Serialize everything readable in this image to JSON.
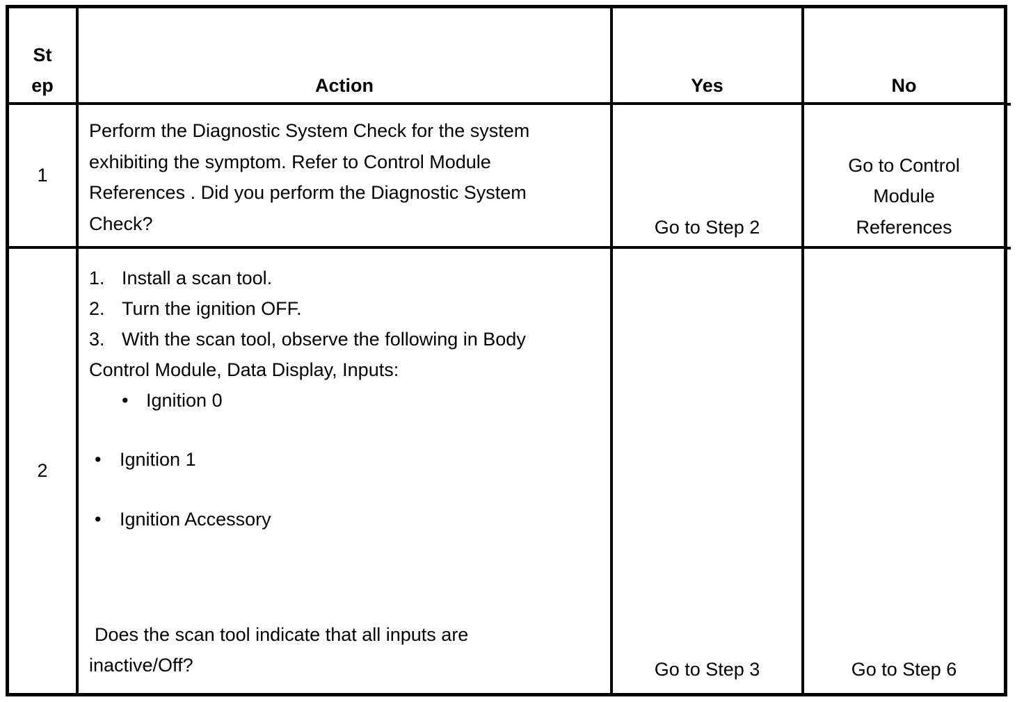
{
  "colors": {
    "line": "#000000",
    "background": "#ffffff",
    "text": "#000000"
  },
  "table": {
    "bullet_char": "•",
    "header": {
      "step_lines": [
        "St",
        "ep"
      ],
      "action": "Action",
      "yes": "Yes",
      "no": "No"
    },
    "rows": [
      {
        "step": "1",
        "action_lines": [
          "Perform the Diagnostic System Check for the system",
          "exhibiting the symptom. Refer to Control Module",
          "References . Did you perform the Diagnostic System",
          "Check?"
        ],
        "yes": "Go to Step 2",
        "no_lines": [
          "Go to Control",
          "Module",
          "References"
        ]
      },
      {
        "step": "2",
        "numbered_items": [
          {
            "num": "1.",
            "text": "Install a scan tool."
          },
          {
            "num": "2.",
            "text": "Turn the ignition OFF."
          },
          {
            "num": "3.",
            "text": "With the scan tool, observe the following in Body"
          }
        ],
        "continuation": "Control Module, Data Display, Inputs:",
        "nested_bullet": "Ignition 0",
        "bullets": [
          "Ignition 1",
          "Ignition Accessory"
        ],
        "question_lines": [
          "Does the scan tool indicate that all inputs are",
          "inactive/Off?"
        ],
        "yes": "Go to Step 3",
        "no": "Go to Step 6"
      }
    ]
  }
}
